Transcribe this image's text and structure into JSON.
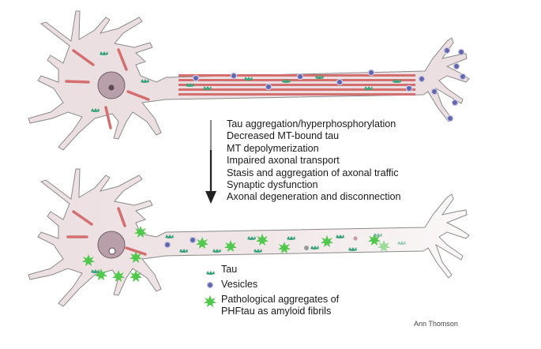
{
  "steps": [
    "Tau aggregation/hyperphosphorylation",
    "Decreased MT-bound tau",
    "MT depolymerization",
    "Impaired axonal transport",
    "Stasis and aggregation of axonal traffic",
    "Synaptic dysfunction",
    "Axonal degeneration and disconnection"
  ],
  "legend": {
    "tau": "Tau",
    "vesicles": "Vesicles",
    "aggregates_line1": "Pathological aggregates of",
    "aggregates_line2": "PHFtau as amyloid fibrils"
  },
  "credit": "Ann Thomson",
  "colors": {
    "cell": "#ecdfe1",
    "cell_edge": "#8a8a8a",
    "nucleus": "#b89fa9",
    "microtubule": "#d46f6f",
    "tau": "#3aa37a",
    "vesicle": "#6266ad",
    "aggregate": "#52c94e",
    "arrow": "#222222"
  }
}
